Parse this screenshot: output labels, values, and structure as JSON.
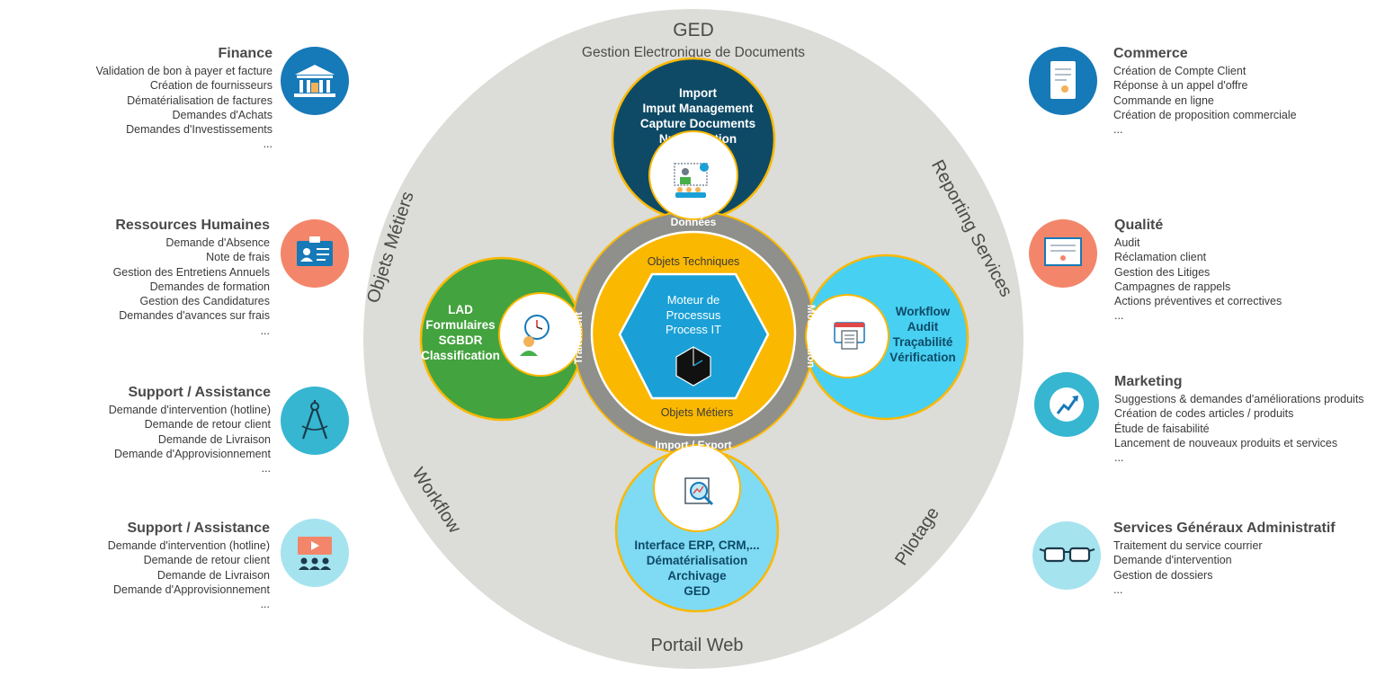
{
  "diagram": {
    "outer_ring": {
      "top_title": "GED",
      "top_subtitle": "Gestion Electronique de Documents",
      "bottom_title": "Portail Web",
      "left_top": "Objets Métiers",
      "left_bottom": "Workflow",
      "right_top": "Reporting Services",
      "right_bottom": "Pilotage"
    },
    "top_bubble": [
      "Import",
      "Imput Management",
      "Capture Documents",
      "Numérisation"
    ],
    "left_bubble": [
      "LAD",
      "Formulaires",
      "SGBDR",
      "Classification"
    ],
    "right_bubble": [
      "Workflow",
      "Audit",
      "Traçabilité",
      "Vérification"
    ],
    "bottom_bubble": [
      "Interface ERP, CRM,...",
      "Dématérialisation",
      "Archivage",
      "GED"
    ],
    "gray_ring": {
      "top": "Données",
      "bottom": "Import / Export",
      "left": "Traitement",
      "right": "Modélisation"
    },
    "yellow_ring": {
      "top": "Objets Techniques",
      "bottom": "Objets Métiers"
    },
    "hexagon": [
      "Moteur de",
      "Processus",
      "Process IT"
    ],
    "colors": {
      "outer_ring": "#dcdcd8",
      "navy": "#0e4a66",
      "green": "#43a33e",
      "cyan": "#47d0f2",
      "light_blue": "#7fdaf4",
      "gray_ring": "#8f8f8b",
      "yellow": "#fbb800",
      "hexagon": "#1aa0d6"
    }
  },
  "left_categories": [
    {
      "title": "Finance",
      "icon": "bank-icon",
      "color": "#1679b8",
      "items": [
        "Validation de bon à payer et facture",
        "Création de fournisseurs",
        "Dématérialisation de factures",
        "Demandes d'Achats",
        "Demandes d'Investissements",
        "..."
      ]
    },
    {
      "title": "Ressources Humaines",
      "icon": "id-card-icon",
      "color": "#f3866a",
      "items": [
        "Demande d'Absence",
        "Note de frais",
        "Gestion des Entretiens Annuels",
        "Demandes de formation",
        "Gestion des Candidatures",
        "Demandes d'avances sur frais",
        "..."
      ]
    },
    {
      "title": "Support / Assistance",
      "icon": "compass-icon",
      "color": "#36b6d1",
      "items": [
        "Demande d'intervention (hotline)",
        "Demande de retour client",
        "Demande de Livraison",
        "Demande d'Approvisionnement",
        "..."
      ]
    },
    {
      "title": "Support / Assistance",
      "icon": "video-presentation-icon",
      "color": "#a5e3ef",
      "items": [
        "Demande d'intervention (hotline)",
        "Demande de retour client",
        "Demande de Livraison",
        "Demande d'Approvisionnement",
        "..."
      ]
    }
  ],
  "right_categories": [
    {
      "title": "Commerce",
      "icon": "certificate-scroll-icon",
      "color": "#1679b8",
      "items": [
        "Création de Compte Client",
        "Réponse à un appel d'offre",
        "Commande en ligne",
        "Création de proposition commerciale",
        "..."
      ]
    },
    {
      "title": "Qualité",
      "icon": "diploma-icon",
      "color": "#f3866a",
      "items": [
        "Audit",
        "Réclamation client",
        "Gestion des Litiges",
        "Campagnes de rappels",
        "Actions préventives et correctives",
        "..."
      ]
    },
    {
      "title": "Marketing",
      "icon": "growth-chart-icon",
      "color": "#36b6d1",
      "items": [
        "Suggestions & demandes d'améliorations produits",
        "Création de codes articles / produits",
        "Étude de faisabilité",
        "Lancement de nouveaux produits et services",
        "..."
      ]
    },
    {
      "title": "Services Généraux Administratif",
      "icon": "glasses-icon",
      "color": "#a5e3ef",
      "items": [
        "Traitement du service courrier",
        "Demande d'intervention",
        "Gestion de dossiers",
        "..."
      ]
    }
  ]
}
